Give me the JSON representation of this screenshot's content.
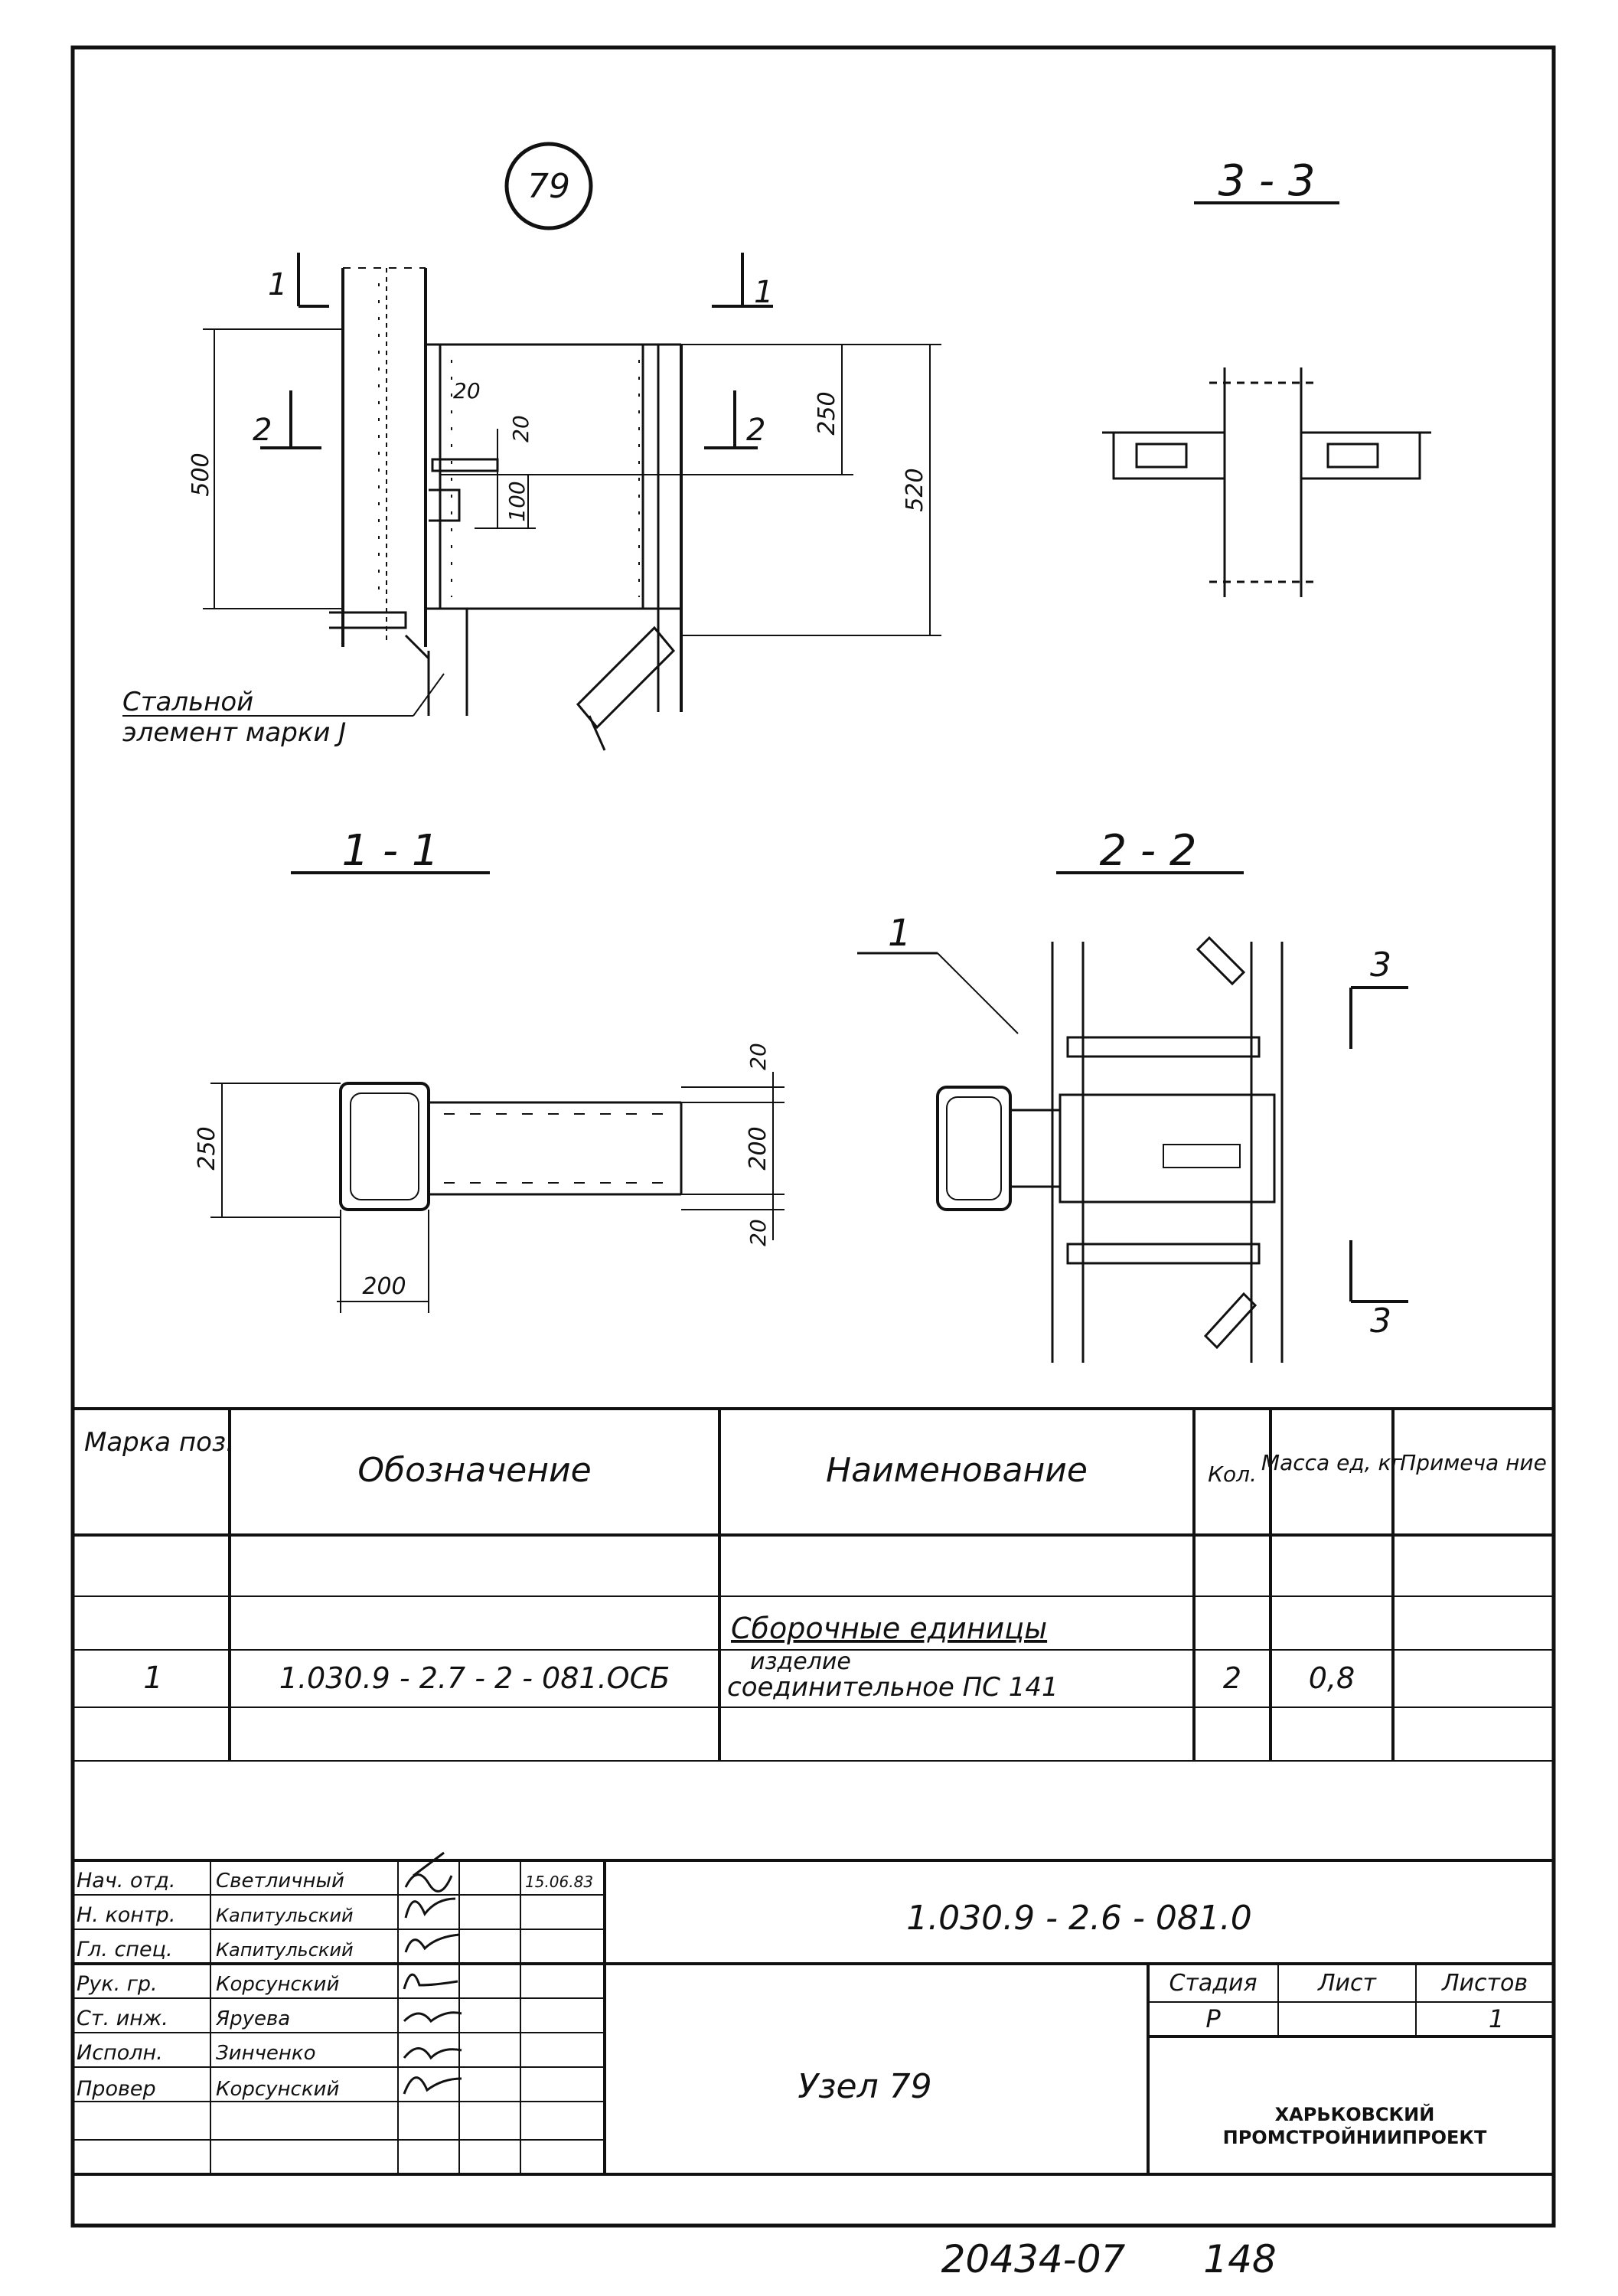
{
  "node_badge": "79",
  "views": {
    "section_3_3": "3 - 3",
    "section_1_1": "1 - 1",
    "section_2_2": "2 - 2"
  },
  "cut_marks": {
    "c1": "1",
    "c2": "2",
    "c3": "3"
  },
  "dimensions": {
    "d500": "500",
    "d520": "520",
    "d250a": "250",
    "d250b": "250",
    "d20a": "20",
    "d20b": "20",
    "d100": "100",
    "d20c": "20",
    "d200a": "200",
    "d20d": "20",
    "d200b": "200"
  },
  "callouts": {
    "element_line1": "Стальной",
    "element_line2": "элемент марки J",
    "leader_pos": "1"
  },
  "spec_table": {
    "headers": [
      "Марка поз.",
      "Обозначение",
      "Наименование",
      "Кол.",
      "Масса ед, кг",
      "Примеча ние"
    ],
    "section_title": "Сборочные единицы",
    "row": {
      "pos": "1",
      "designation": "1.030.9 - 2.7 - 2 - 081.ОСБ",
      "name_line1": "изделие",
      "name_line2": "соединительное ПС 141",
      "qty": "2",
      "mass": "0,8"
    }
  },
  "title_block": {
    "roles": [
      "Нач. отд.",
      "Н. контр.",
      "Гл. спец.",
      "Рук. гр.",
      "Ст. инж.",
      "Исполн.",
      "Провер"
    ],
    "names": [
      "Светличный",
      "Капитульский",
      "Капитульский",
      "Корсунский",
      "Яруева",
      "Зинченко",
      "Корсунский"
    ],
    "date": "15.06.83",
    "doc_number": "1.030.9 - 2.6 - 081.0",
    "stage_label": "Стадия",
    "sheet_label": "Лист",
    "sheets_label": "Листов",
    "stage_value": "Р",
    "sheets_value": "1",
    "title": "Узел 79",
    "org_line1": "ХАРЬКОВСКИЙ",
    "org_line2": "ПРОМСТРОЙНИИПРОЕКТ"
  },
  "bottom_stamp": {
    "archive_no": "20434-07",
    "page_no": "148"
  }
}
